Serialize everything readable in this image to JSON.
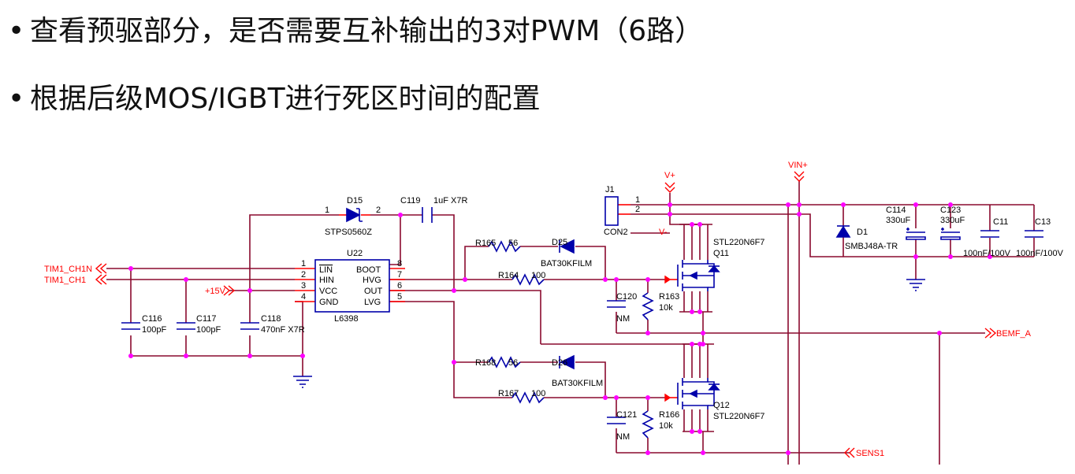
{
  "bullets": [
    "查看预驱部分，是否需要互补输出的3对PWM（6路）",
    "根据后级MOS/IGBT进行死区时间的配置"
  ],
  "colors": {
    "wire": "#8a0a2e",
    "pin": "#ff0000",
    "component": "#0000aa",
    "junction": "#ff00ff",
    "net_label": "#ff0000",
    "text": "#000000"
  },
  "schematic": {
    "nets": {
      "tim1_ch1n": "TIM1_CH1N",
      "tim1_ch1": "TIM1_CH1",
      "plus15v": "+15V",
      "vplus": "V+",
      "vminus": "V-",
      "vin_plus": "VIN+",
      "bemf_a": "BEMF_A",
      "sens1": "SENS1"
    },
    "u22": {
      "ref": "U22",
      "part": "L6398",
      "left_pins": [
        {
          "num": "1",
          "name": "LIN"
        },
        {
          "num": "2",
          "name": "HIN"
        },
        {
          "num": "3",
          "name": "VCC"
        },
        {
          "num": "4",
          "name": "GND"
        }
      ],
      "right_pins": [
        {
          "num": "8",
          "name": "BOOT"
        },
        {
          "num": "7",
          "name": "HVG"
        },
        {
          "num": "6",
          "name": "OUT"
        },
        {
          "num": "5",
          "name": "LVG"
        }
      ]
    },
    "d15": {
      "ref": "D15",
      "part": "STPS0560Z",
      "pin1": "1",
      "pin2": "2"
    },
    "c119": {
      "ref": "C119",
      "value": "1uF X7R"
    },
    "c116": {
      "ref": "C116",
      "value": "100pF"
    },
    "c117": {
      "ref": "C117",
      "value": "100pF"
    },
    "c118": {
      "ref": "C118",
      "value": "470nF X7R"
    },
    "r165": {
      "ref": "R165",
      "value": "56"
    },
    "r164": {
      "ref": "R164",
      "value": "100"
    },
    "d25": {
      "ref": "D25",
      "part": "BAT30KFILM"
    },
    "c120": {
      "ref": "C120",
      "value": "NM"
    },
    "r163": {
      "ref": "R163",
      "value": "10k"
    },
    "q11": {
      "ref": "Q11",
      "part": "STL220N6F7"
    },
    "r168": {
      "ref": "R168",
      "value": "56"
    },
    "r167": {
      "ref": "R167",
      "value": "100"
    },
    "d26": {
      "ref": "D26",
      "part": "BAT30KFILM"
    },
    "c121": {
      "ref": "C121",
      "value": "NM"
    },
    "r166": {
      "ref": "R166",
      "value": "10k"
    },
    "q12": {
      "ref": "Q12",
      "part": "STL220N6F7"
    },
    "j1": {
      "ref": "J1",
      "part": "CON2",
      "pin1": "1",
      "pin2": "2"
    },
    "d1": {
      "ref": "D1",
      "part": "SMBJ48A-TR"
    },
    "c114": {
      "ref": "C114",
      "value": "330uF"
    },
    "c123": {
      "ref": "C123",
      "value": "330uF"
    },
    "c11": {
      "ref": "C11",
      "value": "100nF/100V"
    },
    "c13": {
      "ref": "C13",
      "value": "100nF/100V"
    }
  }
}
